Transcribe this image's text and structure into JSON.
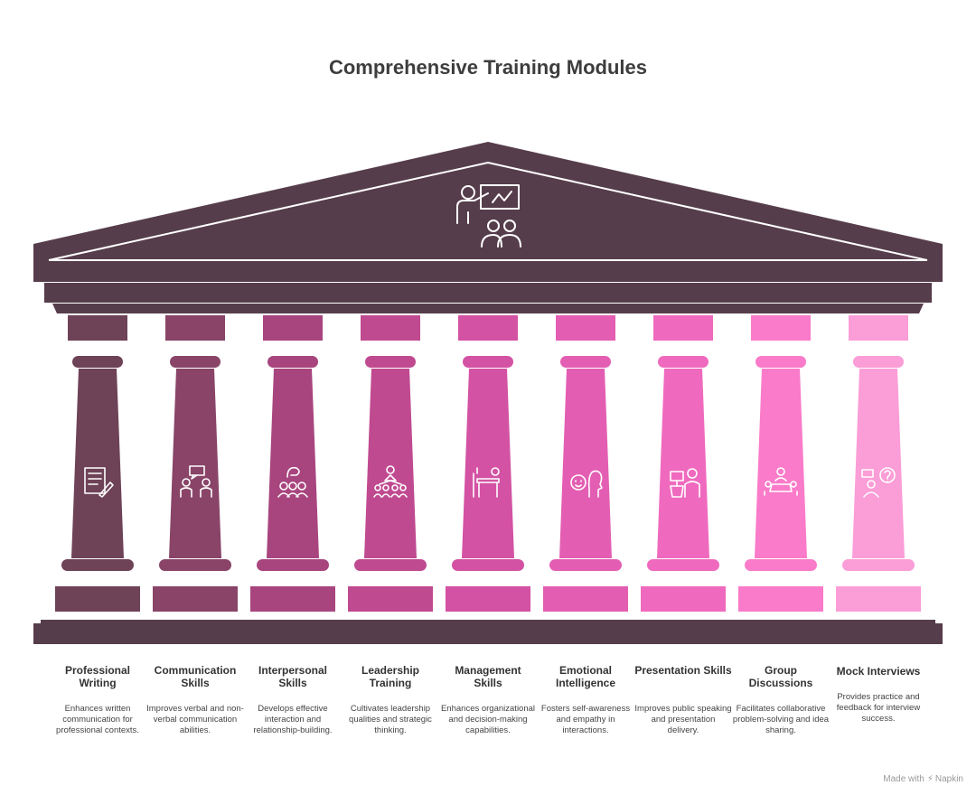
{
  "title": "Comprehensive Training Modules",
  "roof_icon": "presentation-audience-icon",
  "colors": {
    "roof": "#563d4b",
    "text": "#333333"
  },
  "modules": [
    {
      "name": "Professional Writing",
      "description": "Enhances written communication for professional contexts.",
      "icon": "document-writing-icon",
      "color": "#6e4257"
    },
    {
      "name": "Communication Skills",
      "description": "Improves verbal and non-verbal communication abilities.",
      "icon": "conversation-icon",
      "color": "#894468"
    },
    {
      "name": "Interpersonal Skills",
      "description": "Develops effective interaction and relationship-building.",
      "icon": "handshake-group-icon",
      "color": "#a8457e"
    },
    {
      "name": "Leadership Training",
      "description": "Cultivates leadership qualities and strategic thinking.",
      "icon": "leader-team-icon",
      "color": "#c04a90"
    },
    {
      "name": "Management Skills",
      "description": "Enhances organizational and decision-making capabilities.",
      "icon": "desk-manager-icon",
      "color": "#d352a3"
    },
    {
      "name": "Emotional Intelligence",
      "description": "Fosters self-awareness and empathy in interactions.",
      "icon": "emotion-head-icon",
      "color": "#e35eb2"
    },
    {
      "name": "Presentation Skills",
      "description": "Improves public speaking and presentation delivery.",
      "icon": "podium-speaker-icon",
      "color": "#ef6abe"
    },
    {
      "name": "Group Discussions",
      "description": "Facilitates collaborative problem-solving and idea sharing.",
      "icon": "group-table-icon",
      "color": "#f97bc9"
    },
    {
      "name": "Mock Interviews",
      "description": "Provides practice and feedback for interview success.",
      "icon": "interview-question-icon",
      "color": "#fb9dd7"
    }
  ],
  "footer": {
    "made_with": "Made with",
    "brand": "Napkin"
  }
}
